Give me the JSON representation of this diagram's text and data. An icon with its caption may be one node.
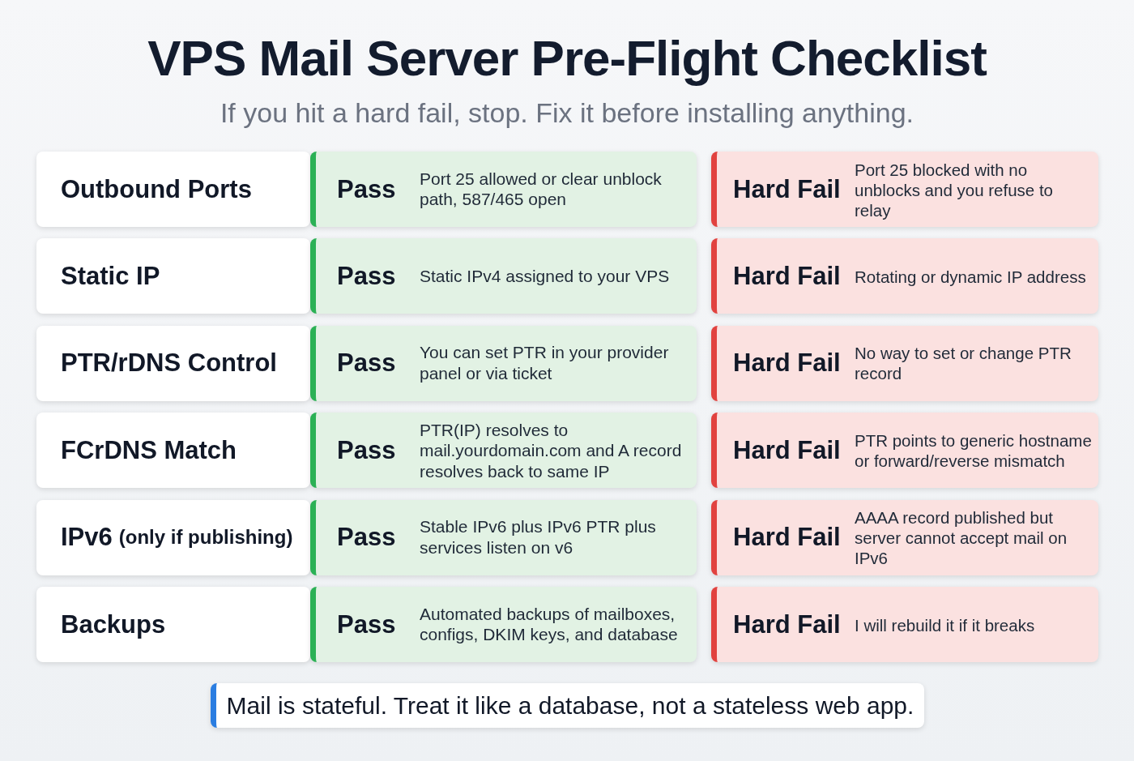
{
  "diagram": {
    "title": "VPS Mail Server Pre-Flight Checklist",
    "nodes": [
      {
        "text": [
          "Outbound Ports"
        ]
      },
      {
        "text": [
          "Pass",
          "Port 25 allowed or clear unblock path, 587/465 open"
        ]
      },
      {
        "text": [
          "Hard Fail",
          "Port 25 blocked with no unblocks and you refuse to relay"
        ]
      },
      {
        "text": [
          "Static IP"
        ]
      },
      {
        "text": [
          "Pass",
          "Static IPv4 assigned to your VPS"
        ]
      },
      {
        "text": [
          "Hard Fail",
          "Rotating or dynamic IP address"
        ]
      },
      {
        "text": [
          "PTR/rDNS Control"
        ]
      },
      {
        "text": [
          "Pass",
          "You can set PTR in your provider panel or via ticket"
        ]
      },
      {
        "text": [
          "Hard Fail",
          "No way to set or change PTR record"
        ]
      },
      {
        "text": [
          "FCrDNS Match"
        ]
      },
      {
        "text": [
          "Pass",
          "PTR(IP) resolves to mail.yourdomain.com and A record resolves back to same IP"
        ]
      },
      {
        "text": [
          "Hard Fail",
          "PTR points to generic hostname or forward/reverse mismatch"
        ]
      },
      {
        "text": [
          "IPv6",
          "(only if publishing)"
        ]
      },
      {
        "text": [
          "Pass",
          "Stable IPv6 plus IPv6 PTR plus services listen on v6"
        ]
      },
      {
        "text": [
          "Hard Fail",
          "AAAA record published but server cannot accept mail on IPv6"
        ]
      },
      {
        "text": [
          "Backups"
        ]
      },
      {
        "text": [
          "Pass",
          "Automated backups of mailboxes, configs, DKIM keys, and database"
        ]
      },
      {
        "text": [
          "Hard Fail",
          "I will rebuild it if it breaks"
        ]
      },
      {
        "text": [
          "Mail is stateful. Treat it like a database, not a stateless web app."
        ]
      }
    ],
    "labels": [
      "If you hit a hard fail, stop. Fix it before installing anything."
    ]
  }
}
